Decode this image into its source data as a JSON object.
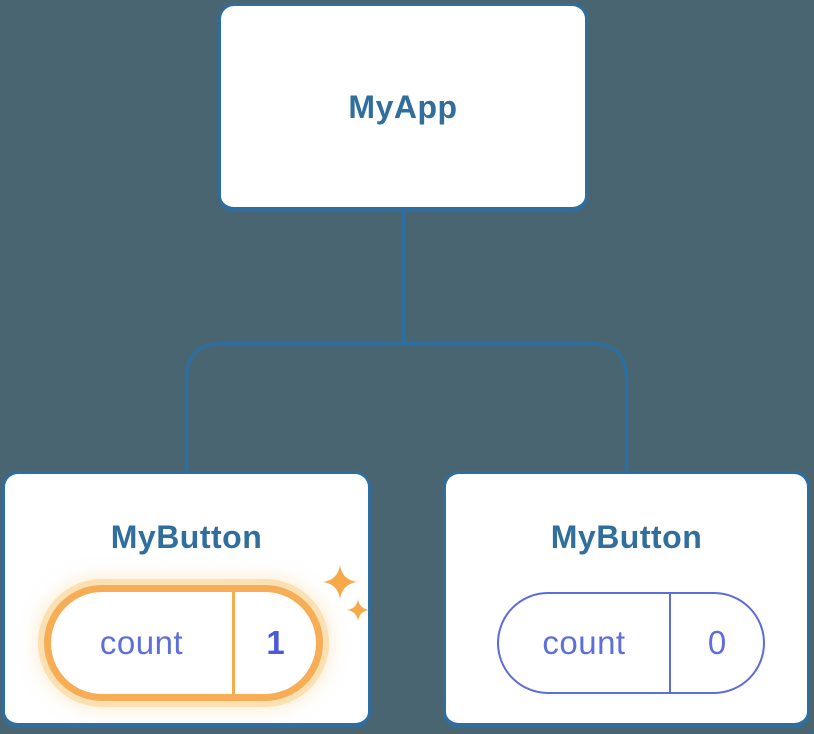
{
  "tree": {
    "root": {
      "label": "MyApp"
    },
    "children": [
      {
        "label": "MyButton",
        "state": {
          "key": "count",
          "value": "1"
        },
        "highlighted": true,
        "badge_icon": "sparkle-icon"
      },
      {
        "label": "MyButton",
        "state": {
          "key": "count",
          "value": "0"
        },
        "highlighted": false
      }
    ]
  },
  "colors": {
    "background": "#4a6572",
    "node_border": "#2e6e9f",
    "node_label": "#2f6e9d",
    "connector": "#2e6e9f",
    "state_accent": "#5b6cdb",
    "state_value_highlighted": "#4c5bd4",
    "highlight_ring": "#f6ad55",
    "highlight_glow": "#fae0b2",
    "sparkle": "#f6a948"
  }
}
